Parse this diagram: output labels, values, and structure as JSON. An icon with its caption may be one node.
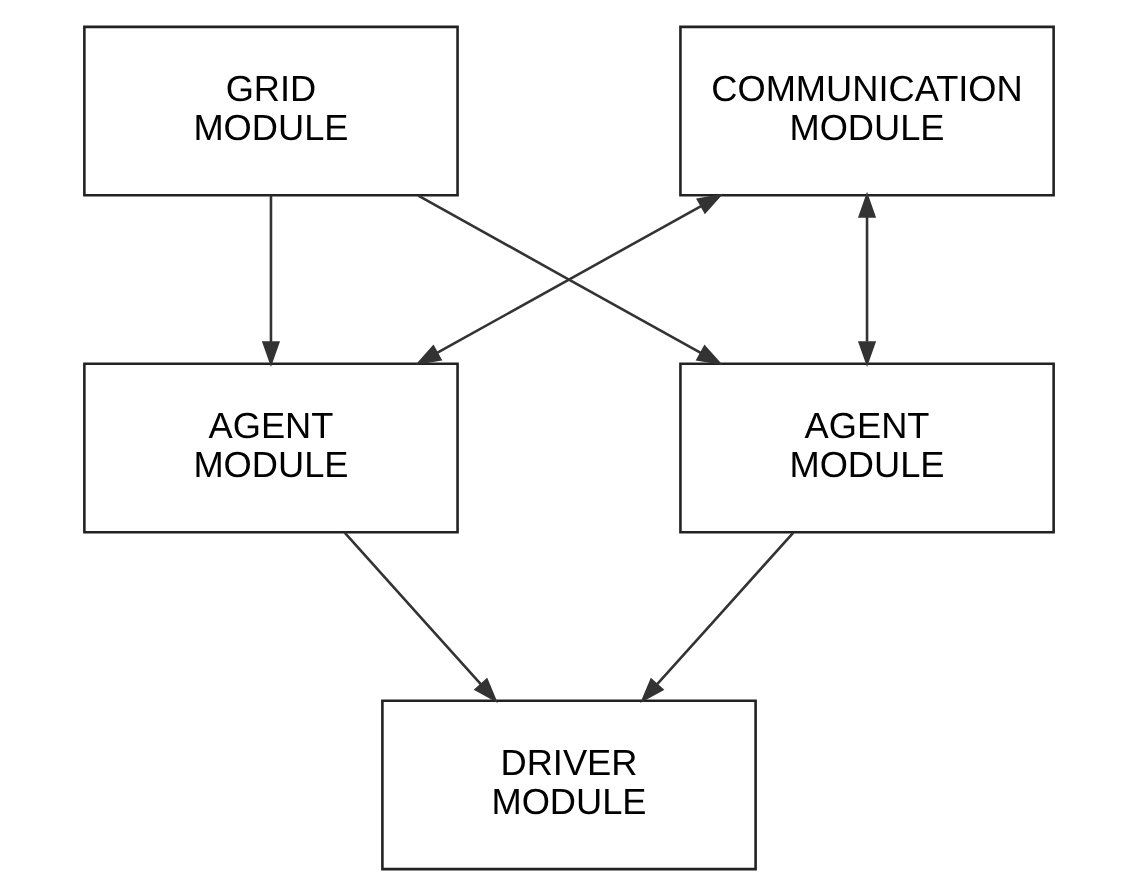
{
  "diagram": {
    "nodes": [
      {
        "text": [
          "GRID MODULE"
        ]
      },
      {
        "text": [
          "COMMUNICATION MODULE"
        ]
      },
      {
        "text": [
          "AGENT MODULE"
        ]
      },
      {
        "text": [
          "AGENT MODULE"
        ]
      },
      {
        "text": [
          "DRIVER MODULE"
        ]
      }
    ],
    "edges": [
      {
        "from": 0,
        "to": 2,
        "arrow": "to"
      },
      {
        "from": 0,
        "to": 3,
        "arrow": "to"
      },
      {
        "from": 1,
        "to": 2,
        "arrow": "both"
      },
      {
        "from": 1,
        "to": 3,
        "arrow": "both"
      },
      {
        "from": 2,
        "to": 4,
        "arrow": "to"
      },
      {
        "from": 3,
        "to": 4,
        "arrow": "to"
      }
    ]
  }
}
